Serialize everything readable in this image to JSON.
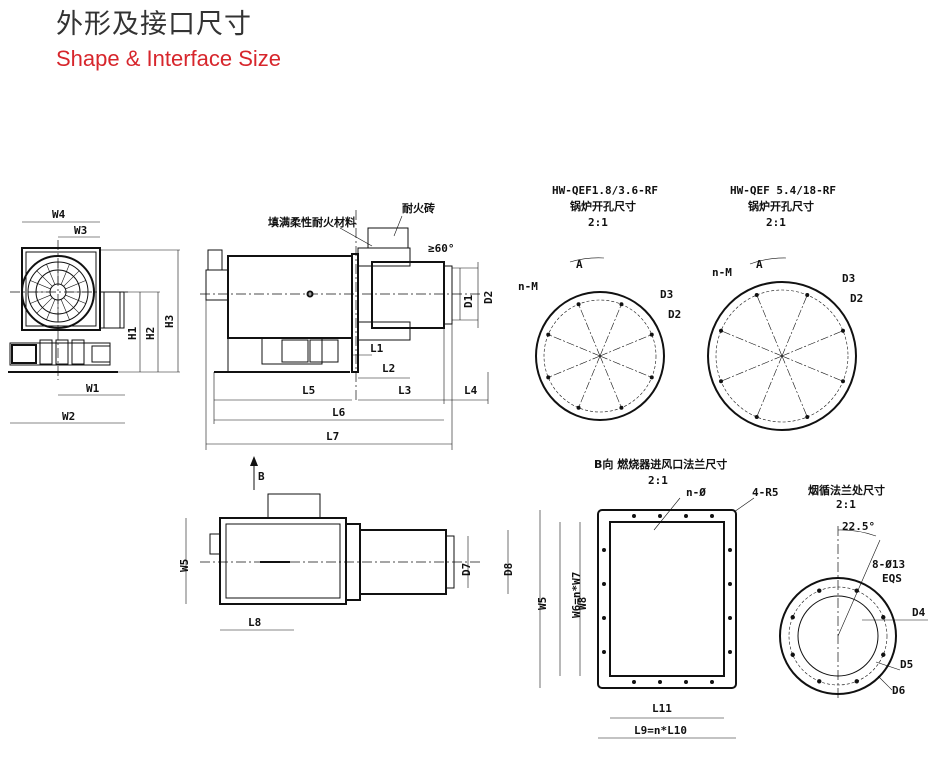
{
  "title": {
    "cn": "外形及接口尺寸",
    "en": "Shape & Interface Size"
  },
  "front_view": {
    "labels": {
      "W4": "W4",
      "W3": "W3",
      "W1": "W1",
      "W2": "W2",
      "H1": "H1",
      "H2": "H2",
      "H3": "H3"
    }
  },
  "side_view": {
    "note_fill": "填满柔性耐火材料",
    "note_brick": "耐火砖",
    "angle": "≥60°",
    "labels": {
      "D1": "D1",
      "D2": "D2",
      "L1": "L1",
      "L2": "L2",
      "L3": "L3",
      "L4": "L4",
      "L5": "L5",
      "L6": "L6",
      "L7": "L7"
    }
  },
  "boiler_small": {
    "model": "HW-QEF1.8/3.6-RF",
    "caption": "锅炉开孔尺寸",
    "scale": "2:1",
    "labels": {
      "A": "A",
      "nM": "n-M",
      "D3": "D3",
      "D2": "D2"
    }
  },
  "boiler_large": {
    "model": "HW-QEF 5.4/18-RF",
    "caption": "锅炉开孔尺寸",
    "scale": "2:1",
    "labels": {
      "A": "A",
      "nM": "n-M",
      "D3": "D3",
      "D2": "D2"
    }
  },
  "top_view": {
    "arrow_label": "B",
    "labels": {
      "W5": "W5",
      "D7": "D7",
      "D8": "D8",
      "L8": "L8"
    }
  },
  "flange_rect": {
    "caption": "B向 燃烧器进风口法兰尺寸",
    "scale": "2:1",
    "labels": {
      "hole": "n-Ø",
      "corner": "4-R5",
      "W5": "W5",
      "W6": "W6=n*W7",
      "W8": "W8",
      "L11": "L11",
      "L9": "L9=n*L10"
    }
  },
  "flue_flange": {
    "caption": "烟循法兰处尺寸",
    "scale": "2:1",
    "labels": {
      "angle": "22.5°",
      "holes": "8-Ø13",
      "eqs": "EQS",
      "D4": "D4",
      "D5": "D5",
      "D6": "D6"
    }
  }
}
